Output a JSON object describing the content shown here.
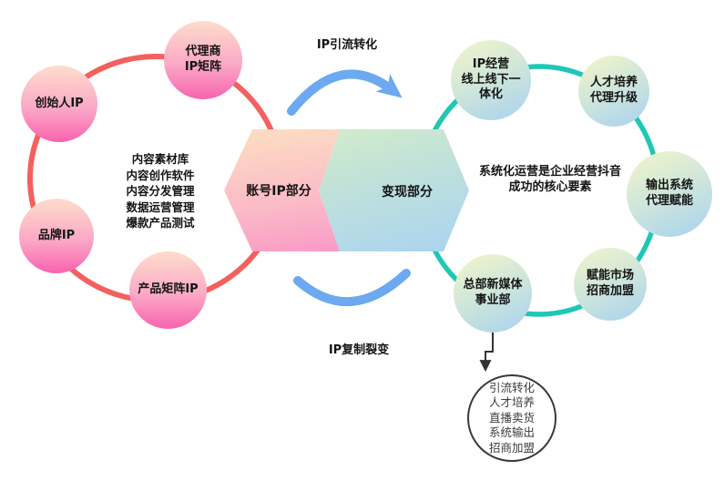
{
  "left_cycle": {
    "nodes": [
      {
        "id": "founder-ip",
        "label": "创始人IP"
      },
      {
        "id": "agent-ip-matrix",
        "label": "代理商\nIP矩阵"
      },
      {
        "id": "brand-ip",
        "label": "品牌IP"
      },
      {
        "id": "product-matrix-ip",
        "label": "产品矩阵IP"
      }
    ],
    "center_lines": [
      "内容素材库",
      "内容创作软件",
      "内容分发管理",
      "数据运营管理",
      "爆款产品测试"
    ],
    "ring_color": "#f4605e"
  },
  "center_banner": {
    "left_label": "账号IP部分",
    "right_label": "变现部分",
    "left_gradient": [
      "#fcdfc2",
      "#f98fc5"
    ],
    "right_gradient": [
      "#d9f0c4",
      "#a9d4f1"
    ]
  },
  "flow_arrows": {
    "top_label": "IP引流转化",
    "bottom_label": "IP复制裂变",
    "arrow_color": "#6ca9f0"
  },
  "right_cycle": {
    "nodes": [
      {
        "id": "ip-operation-online-offline",
        "label": "IP经营\n线上线下一\n体化"
      },
      {
        "id": "talent-training-agent-upgrade",
        "label": "人才培养\n代理升级"
      },
      {
        "id": "output-system-agent-empower",
        "label": "输出系统\n代理赋能"
      },
      {
        "id": "empower-market-investment",
        "label": "赋能市场\n招商加盟"
      },
      {
        "id": "hq-new-media-dept",
        "label": "总部新媒体\n事业部"
      }
    ],
    "center_lines": [
      "系统化运营是企业经营抖音",
      "成功的核心要素"
    ],
    "ring_color": "#1fc7b5"
  },
  "output_circle": {
    "lines": [
      "引流转化",
      "人才培养",
      "直播卖货",
      "系统输出",
      "招商加盟"
    ]
  }
}
